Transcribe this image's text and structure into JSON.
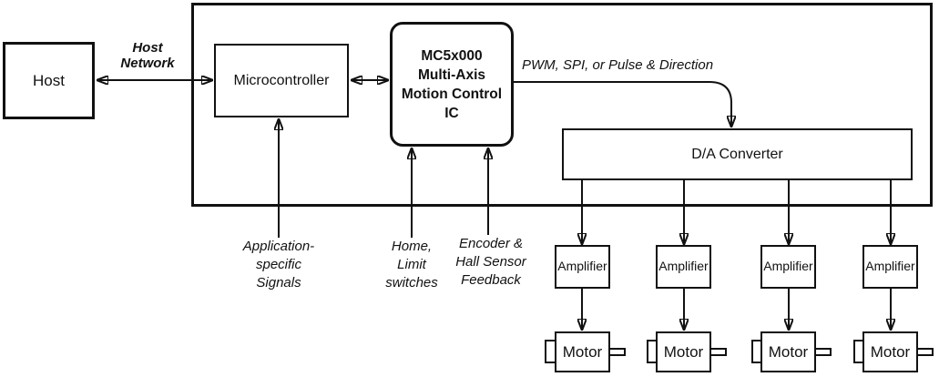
{
  "colors": {
    "line": "#111111",
    "background": "#ffffff"
  },
  "boxes": {
    "host": "Host",
    "microcontroller": "Microcontroller",
    "motion_ic": "MC5x000\nMulti-Axis\nMotion Control\nIC",
    "dac": "D/A Converter"
  },
  "channels": {
    "count": 4,
    "amplifier": "Amplifier",
    "motor": "Motor"
  },
  "labels": {
    "host_network": "Host\nNetwork",
    "pwm_bus": "PWM, SPI, or Pulse & Direction",
    "app_signals": "Application-\nspecific\nSignals",
    "home_limit": "Home,\nLimit\nswitches",
    "encoder_feedback": "Encoder &\nHall Sensor\nFeedback"
  }
}
